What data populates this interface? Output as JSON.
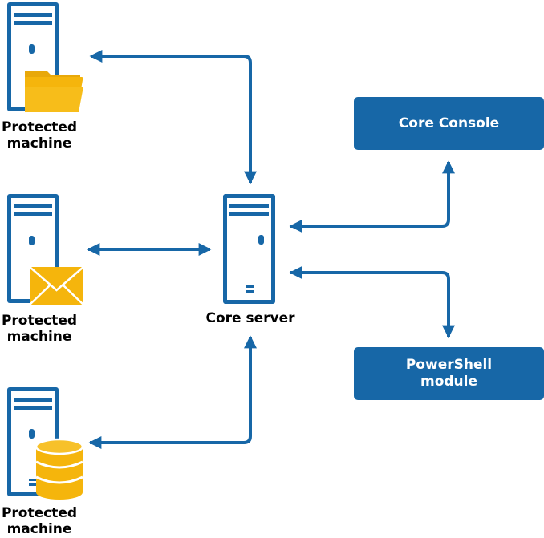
{
  "machines": [
    {
      "label_line1": "Protected",
      "label_line2": "machine",
      "icon": "folder-icon"
    },
    {
      "label_line1": "Protected",
      "label_line2": "machine",
      "icon": "mail-icon"
    },
    {
      "label_line1": "Protected",
      "label_line2": "machine",
      "icon": "database-icon"
    }
  ],
  "core_server": {
    "label": "Core server",
    "icon": "server-icon"
  },
  "core_console": {
    "label": "Core Console"
  },
  "powershell": {
    "line1": "PowerShell",
    "line2": "module"
  },
  "colors": {
    "primary_blue": "#1767a7",
    "icon_gold": "#f5b50c",
    "icon_gold_dark": "#d9980a",
    "text": "#000000",
    "background": "#ffffff"
  }
}
